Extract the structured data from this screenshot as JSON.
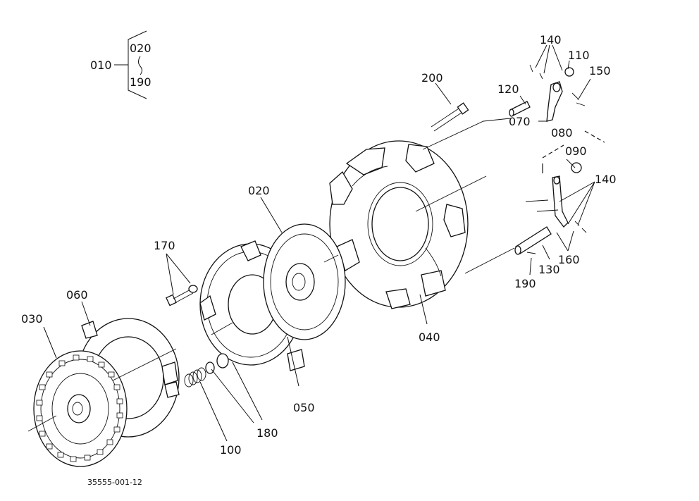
{
  "callouts": {
    "c010": "010",
    "c020_top": "020",
    "c190_top": "190",
    "c140_top": "140",
    "c110": "110",
    "c150": "150",
    "c200": "200",
    "c120": "120",
    "c070": "070",
    "c080": "080",
    "c090": "090",
    "c140_mid": "140",
    "c160": "160",
    "c130": "130",
    "c190_mid": "190",
    "c020": "020",
    "c170": "170",
    "c060": "060",
    "c030": "030",
    "c040": "040",
    "c050": "050",
    "c180": "180",
    "c100": "100"
  },
  "drawing_code": "35555-001-12"
}
